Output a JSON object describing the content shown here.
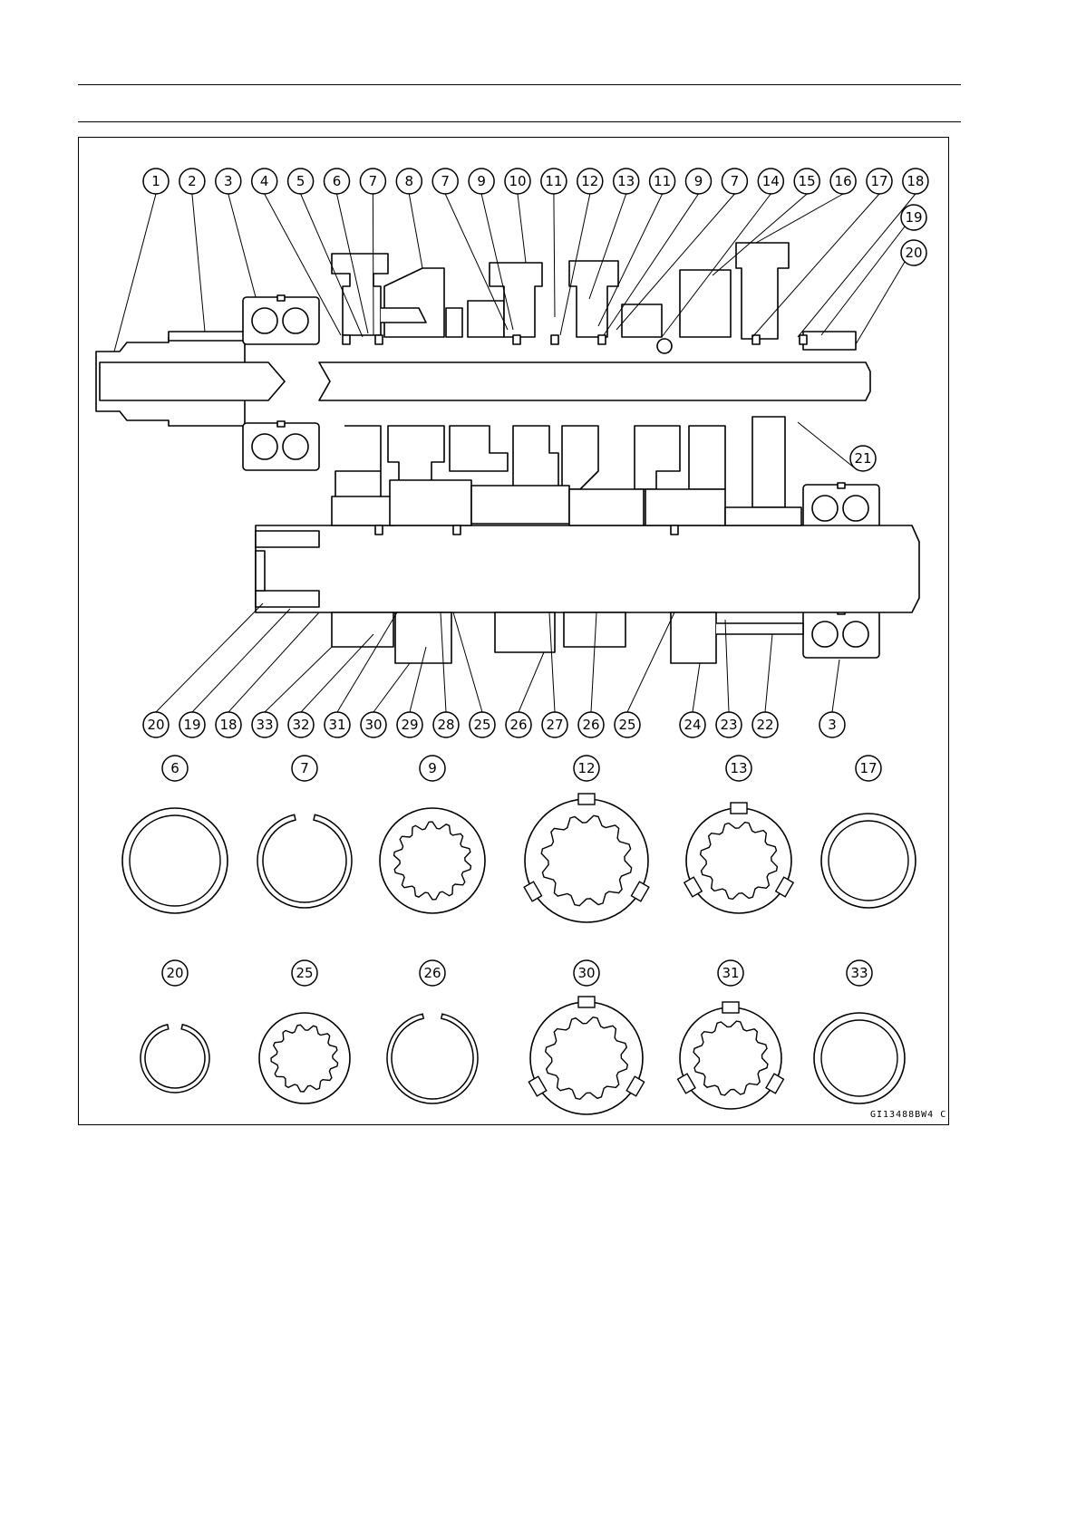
{
  "top_callouts": [
    "1",
    "2",
    "3",
    "4",
    "5",
    "6",
    "7",
    "8",
    "7",
    "9",
    "10",
    "11",
    "12",
    "13",
    "11",
    "9",
    "7",
    "14",
    "15",
    "16",
    "17",
    "18"
  ],
  "right_callouts": [
    "19",
    "20",
    "21"
  ],
  "bottom_callouts": [
    "20",
    "19",
    "18",
    "33",
    "32",
    "31",
    "30",
    "29",
    "28",
    "25",
    "26",
    "27",
    "26",
    "25",
    "24",
    "23",
    "22",
    "3"
  ],
  "parts_row1": [
    "6",
    "7",
    "9",
    "12",
    "13",
    "17"
  ],
  "parts_row2": [
    "20",
    "25",
    "26",
    "30",
    "31",
    "33"
  ],
  "figure_code": "GI13488BW4 C"
}
